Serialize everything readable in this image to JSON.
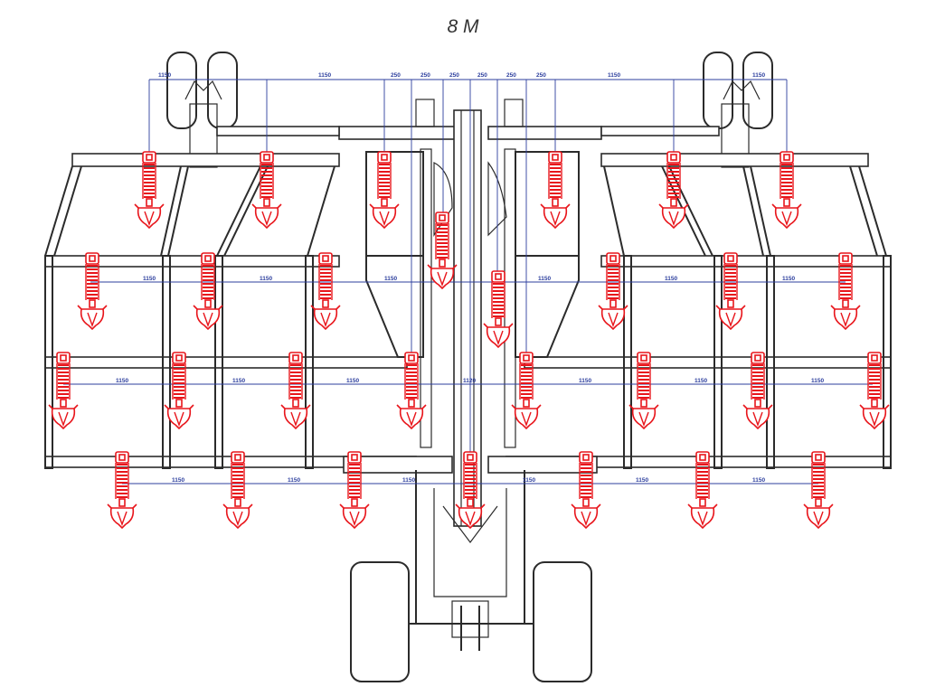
{
  "title": "8 M",
  "colors": {
    "frame": "#2b2b2b",
    "tine": "#e8151b",
    "dimension": "#2d3f9e"
  },
  "dimensions_top": [
    "1150",
    "1150",
    "250",
    "250",
    "250",
    "250",
    "250",
    "250",
    "1150",
    "1150"
  ],
  "dimensions_row2": [
    "1150",
    "1150",
    "1150",
    "1150",
    "1150",
    "1150"
  ],
  "dimensions_row3": [
    "1150",
    "1150",
    "1150",
    "1120",
    "1150",
    "1150",
    "1150"
  ],
  "dimensions_row4": [
    "1150",
    "1150",
    "1150",
    "1150",
    "1150",
    "1150"
  ]
}
